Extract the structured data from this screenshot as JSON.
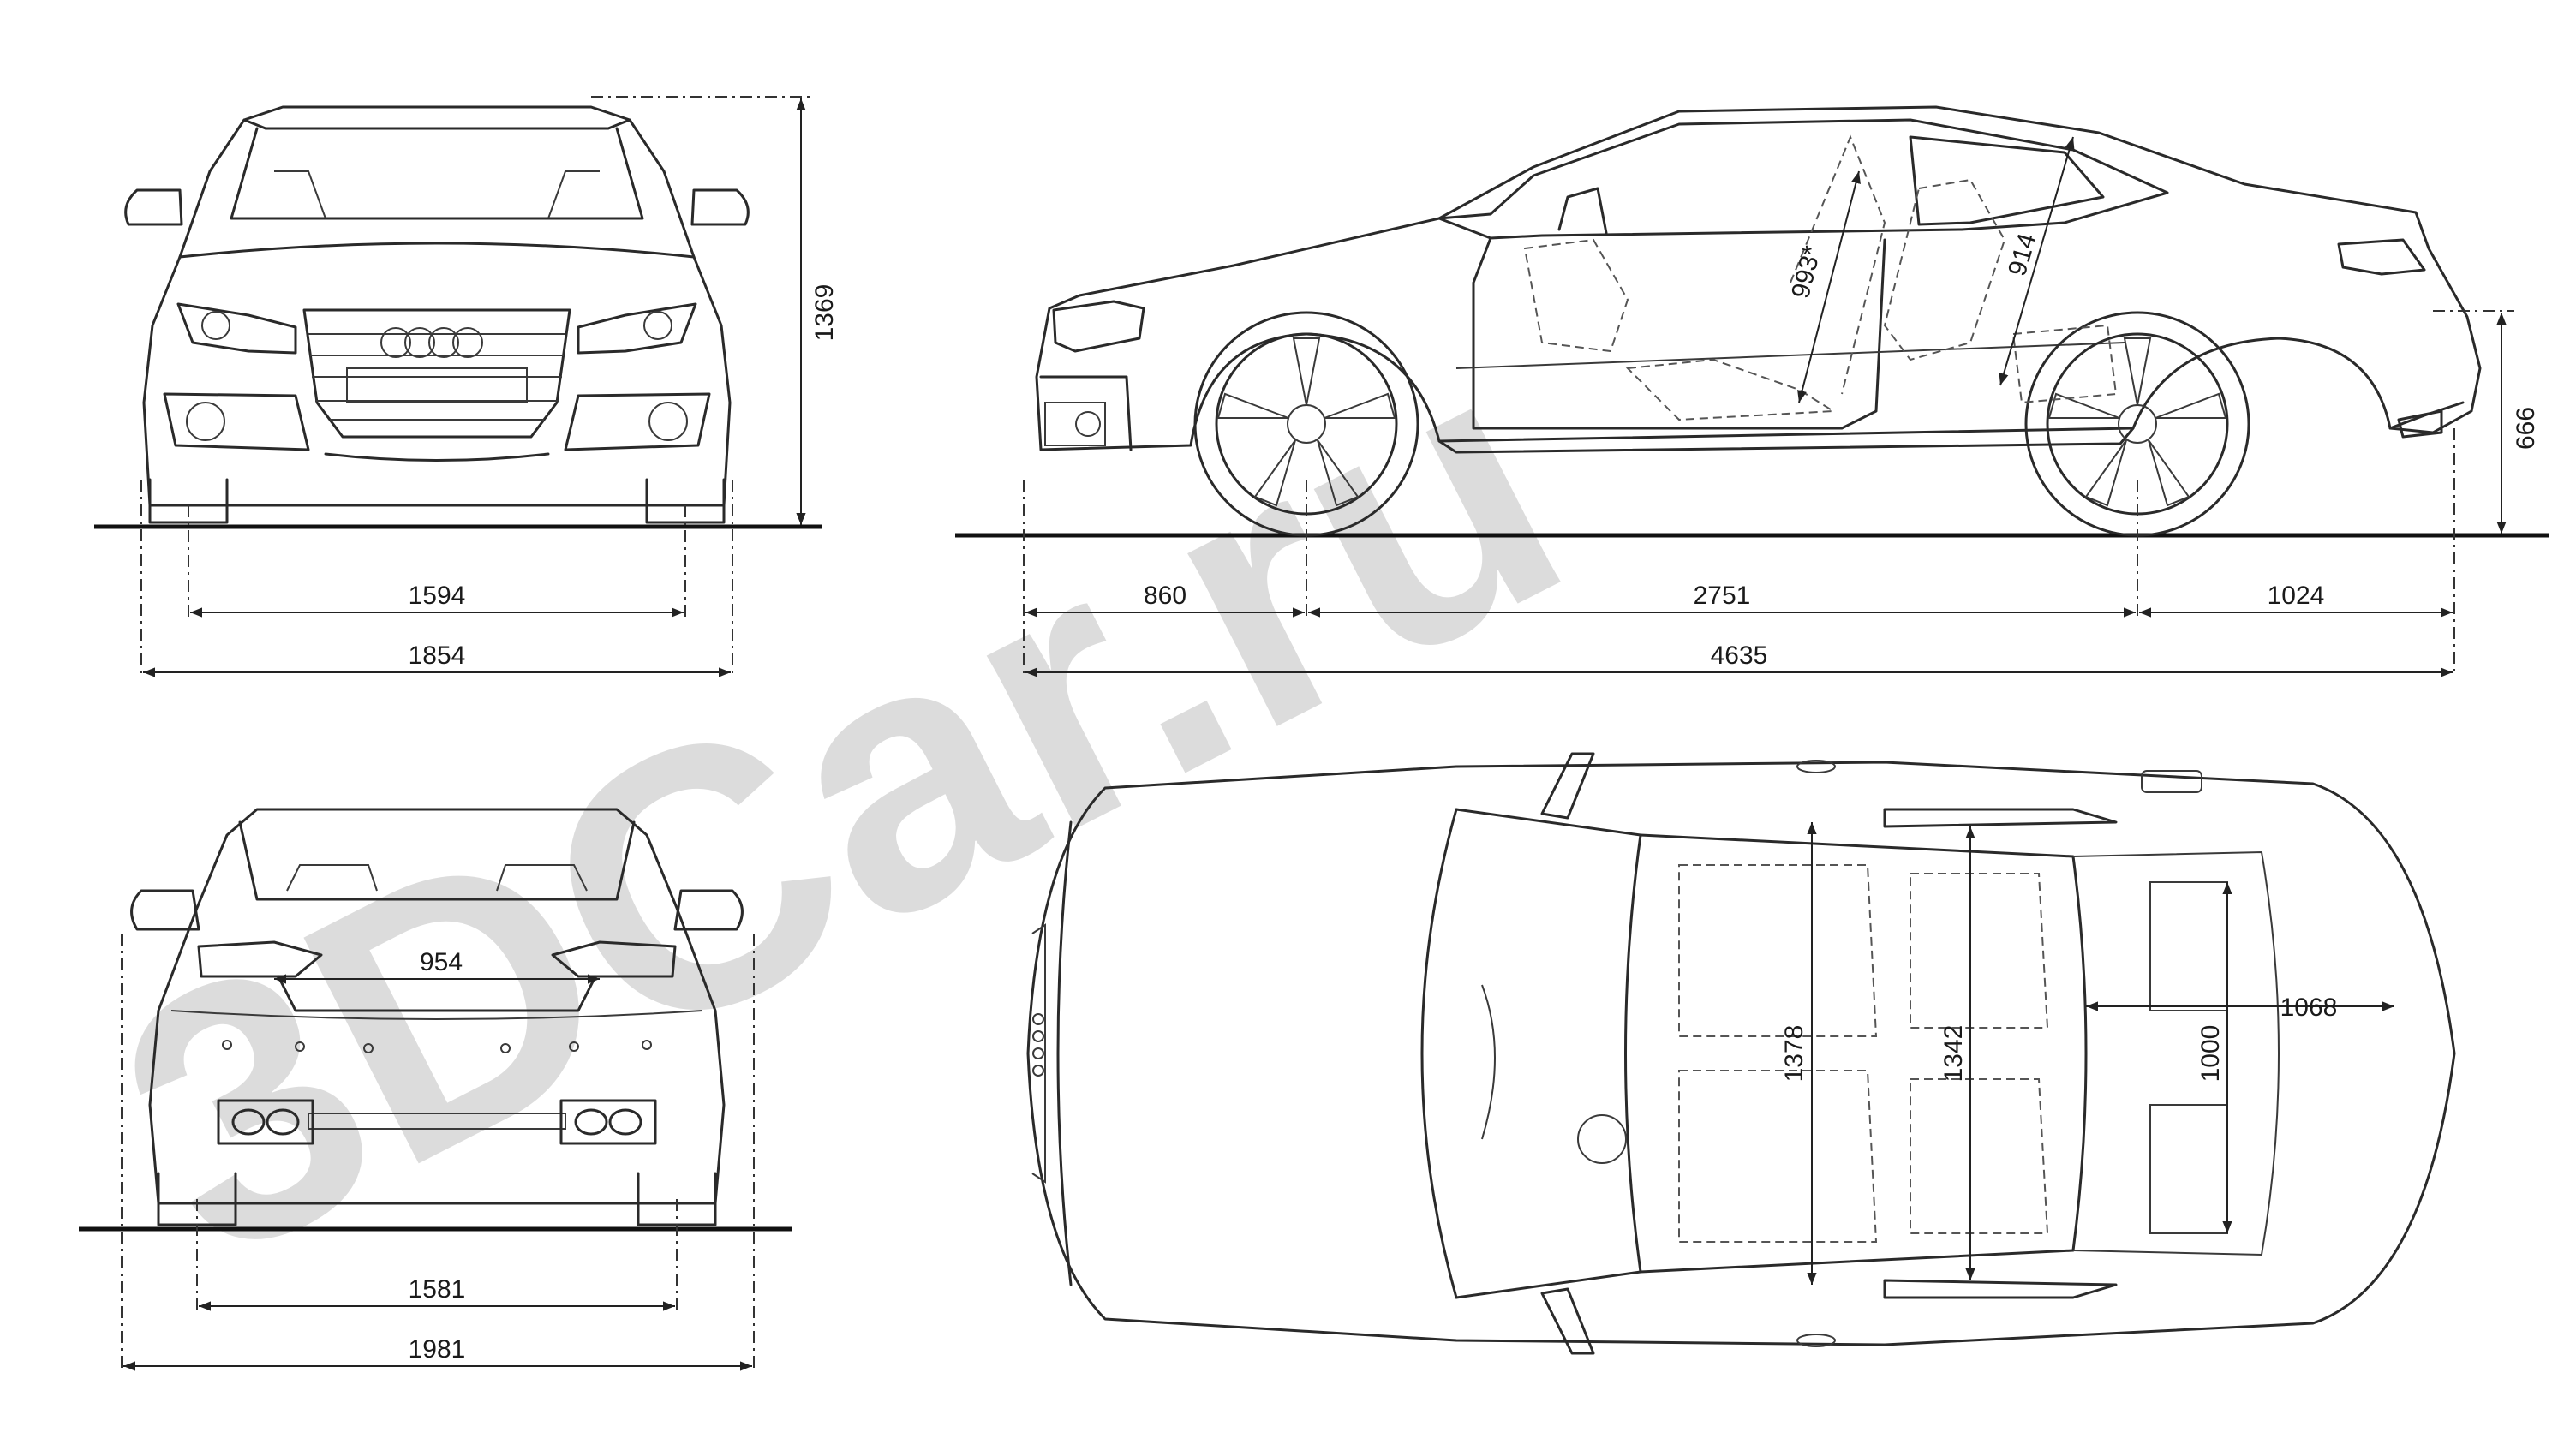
{
  "watermark": {
    "text": "3DCar.ru",
    "color": "#d7d7d7"
  },
  "views": {
    "front": {
      "dimensions": {
        "track": "1594",
        "width": "1854",
        "height": "1369"
      }
    },
    "side": {
      "dimensions": {
        "front_overhang": "860",
        "wheelbase": "2751",
        "rear_overhang": "1024",
        "length": "4635",
        "door_opening": "993*",
        "window_height": "914",
        "trunk_sill_height": "666"
      }
    },
    "rear": {
      "dimensions": {
        "trunk_opening_width": "954",
        "track": "1581",
        "width_mirrors": "1981"
      }
    },
    "top": {
      "dimensions": {
        "front_interior_width": "1378",
        "rear_interior_width": "1342",
        "trunk_depth": "1068",
        "trunk_width": "1000"
      }
    }
  },
  "colors": {
    "line": "#2a2a2a",
    "background": "#ffffff"
  }
}
